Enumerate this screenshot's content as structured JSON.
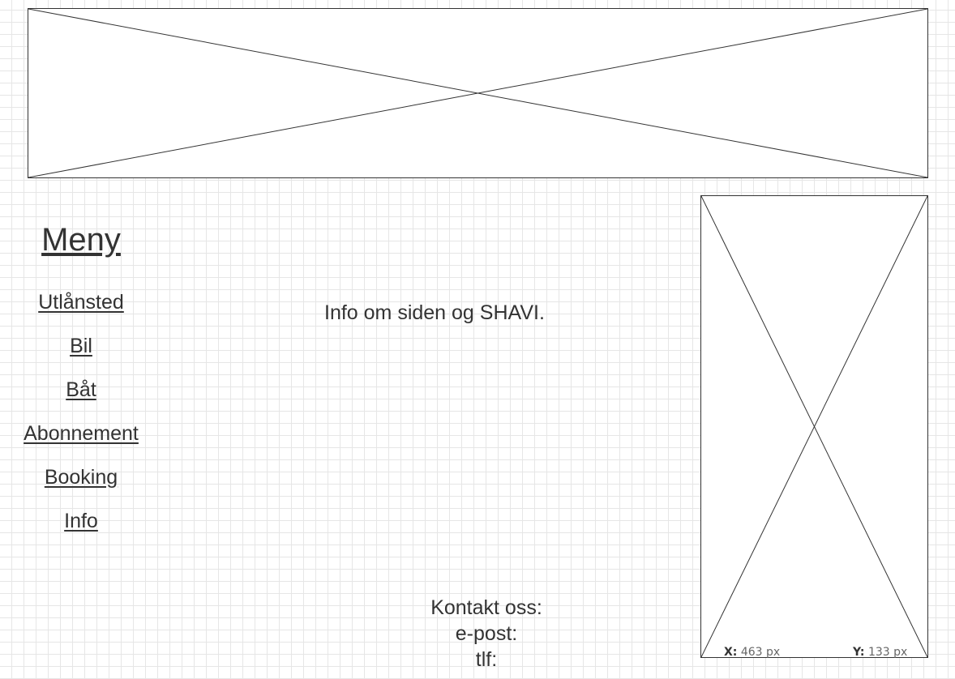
{
  "banner_image": {
    "icon": "image-placeholder-icon"
  },
  "side_image": {
    "icon": "image-placeholder-icon"
  },
  "menu": {
    "title": "Meny",
    "items": [
      {
        "label": "Utlånsted"
      },
      {
        "label": "Bil"
      },
      {
        "label": "Båt"
      },
      {
        "label": "Abonnement"
      },
      {
        "label": "Booking"
      },
      {
        "label": "Info"
      }
    ]
  },
  "main": {
    "info_text": "Info om siden og SHAVI."
  },
  "contact": {
    "heading": "Kontakt oss:",
    "email_label": "e-post:",
    "phone_label": "tlf:"
  },
  "cursor_readout": {
    "x_label": "X:",
    "x_value": "463 px",
    "y_label": "Y:",
    "y_value": "133 px"
  }
}
